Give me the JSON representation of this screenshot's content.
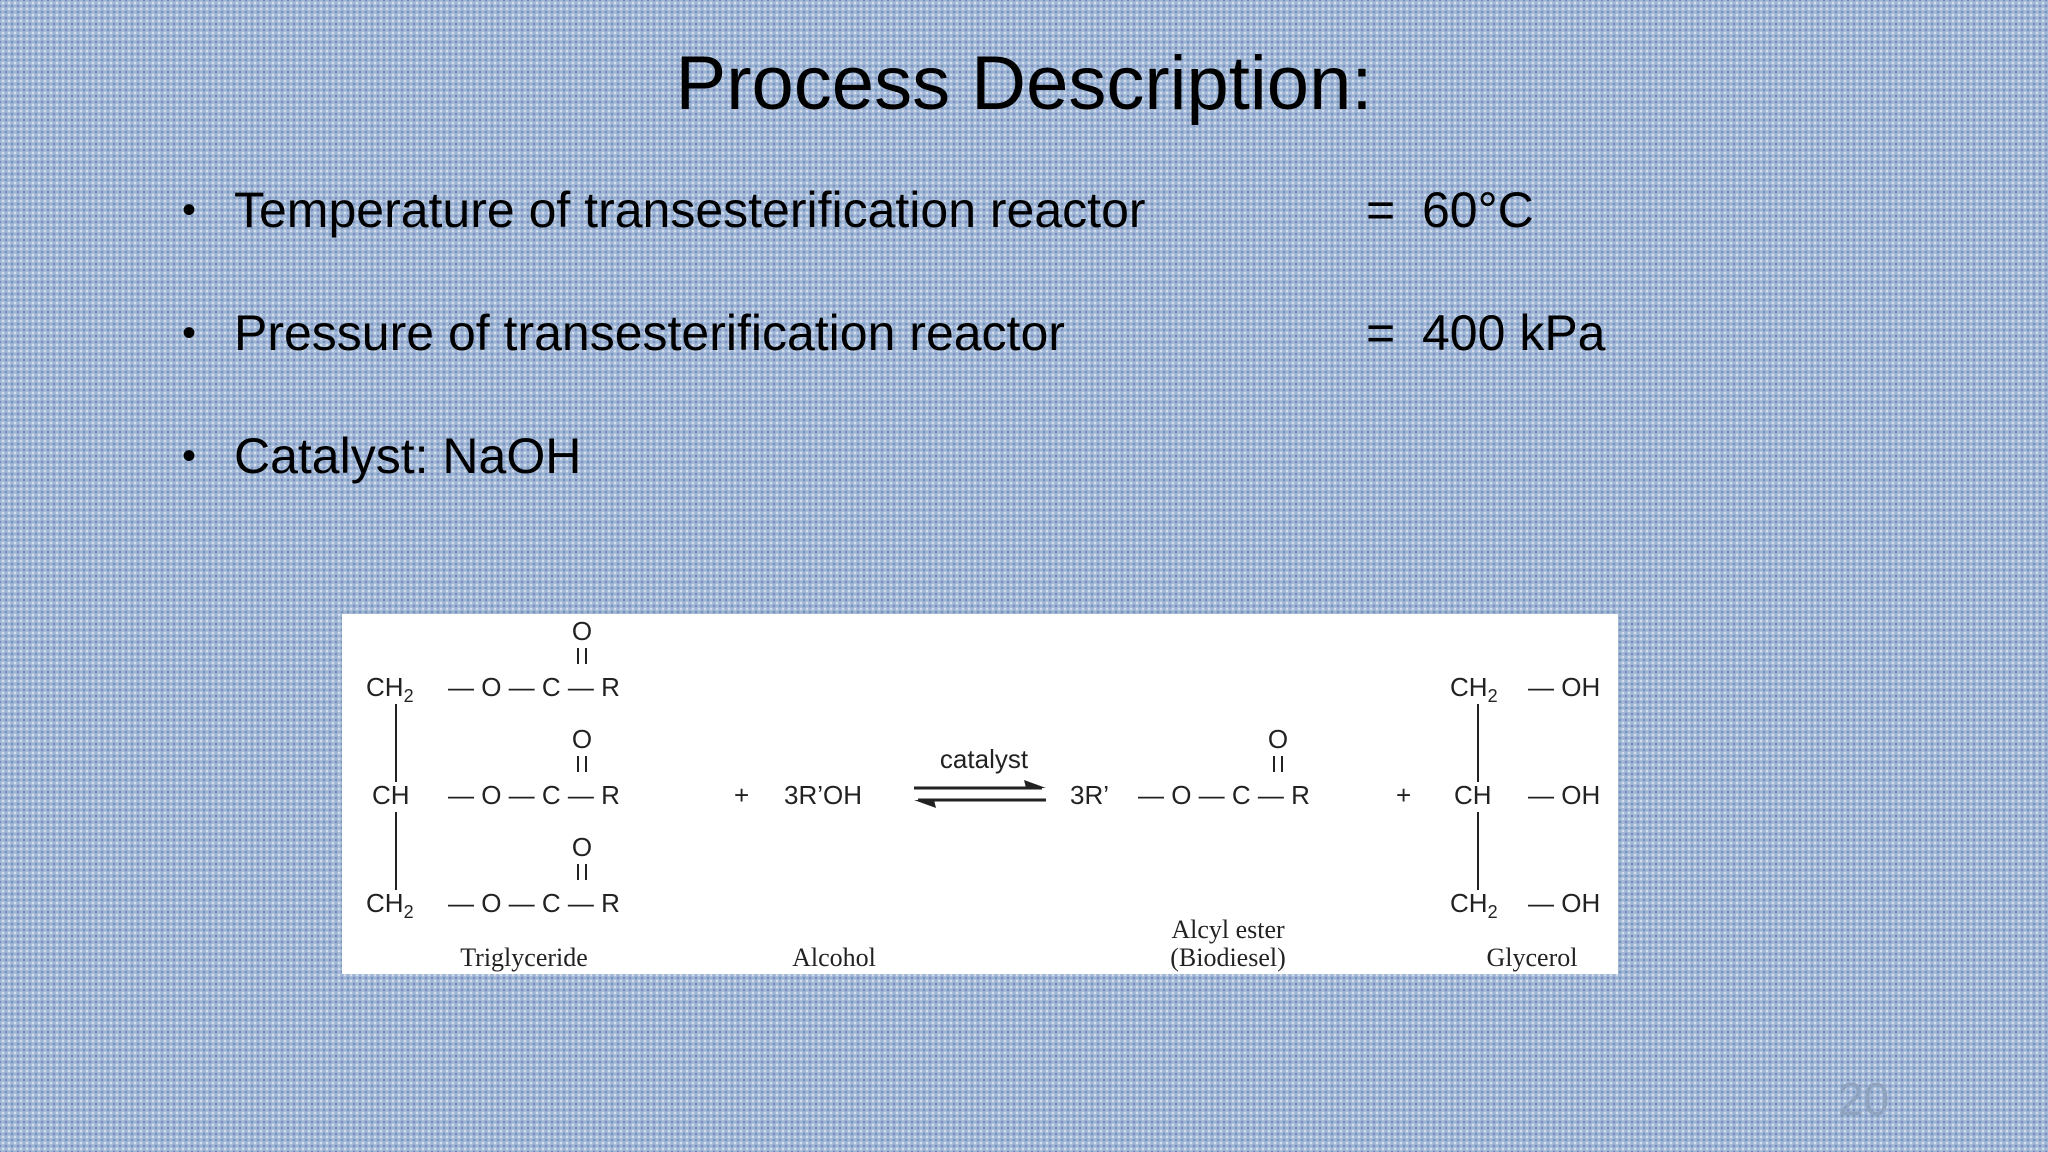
{
  "slide": {
    "title": "Process Description:",
    "page_number": "20"
  },
  "bullets": [
    {
      "label": "Temperature of transesterification reactor",
      "equals": "=",
      "value": "60°C"
    },
    {
      "label": "Pressure of transesterification reactor",
      "equals": "=",
      "value": "400 kPa"
    },
    {
      "label": "Catalyst: NaOH"
    }
  ],
  "reaction": {
    "catalyst_label": "catalyst",
    "plus": "+",
    "oxygen": "O",
    "ch2": "CH",
    "ch2_sub": "2",
    "ch": "CH",
    "ester_bond": "— O — C — R",
    "hydroxyl": "— OH",
    "alcohol": "3R’OH",
    "ester_prefix": "3R’",
    "names": {
      "triglyceride": "Triglyceride",
      "alcohol": "Alcohol",
      "alkyl_ester_line1": "Alcyl ester",
      "alkyl_ester_line2": "(Biodiesel)",
      "glycerol": "Glycerol"
    }
  },
  "colors": {
    "background": "#9fb6d6",
    "text": "#000000",
    "page_number": "#8fa3be"
  }
}
